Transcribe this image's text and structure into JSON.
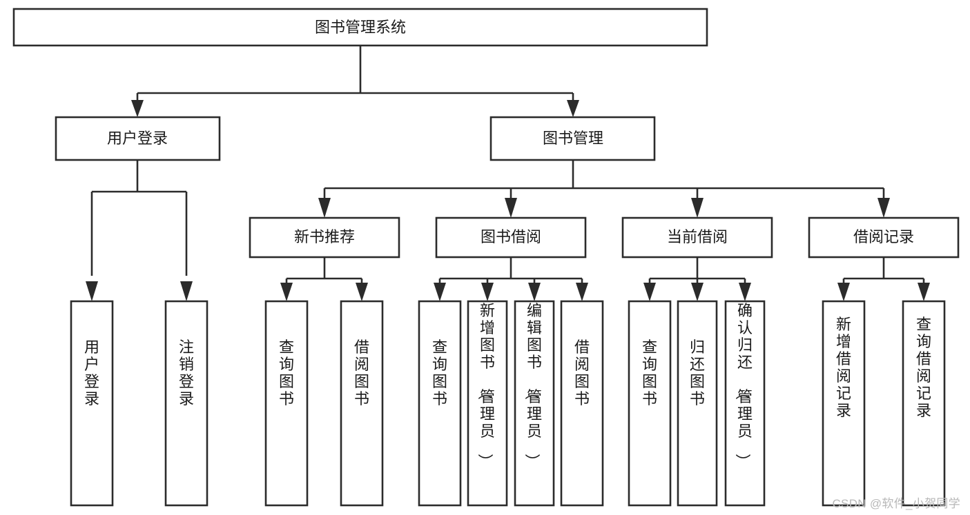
{
  "diagram": {
    "title": "图书管理系统",
    "type": "hierarchy-tree",
    "watermark": "CSDN @软件_小贺同学",
    "colors": {
      "box_stroke": "#2b2b2b",
      "box_fill": "#ffffff",
      "text": "#1a1a1a",
      "background": "#ffffff",
      "watermark": "#b8b8b8"
    },
    "levels": {
      "level1": [
        {
          "id": "root",
          "label": "图书管理系统",
          "orientation": "horizontal"
        }
      ],
      "level2": [
        {
          "id": "user-login",
          "label": "用户登录",
          "orientation": "horizontal",
          "parent": "root"
        },
        {
          "id": "book-manage",
          "label": "图书管理",
          "orientation": "horizontal",
          "parent": "root"
        }
      ],
      "level3": [
        {
          "id": "new-book-rec",
          "label": "新书推荐",
          "orientation": "horizontal",
          "parent": "book-manage"
        },
        {
          "id": "book-borrow",
          "label": "图书借阅",
          "orientation": "horizontal",
          "parent": "book-manage"
        },
        {
          "id": "current-borrow",
          "label": "当前借阅",
          "orientation": "horizontal",
          "parent": "book-manage"
        },
        {
          "id": "borrow-record",
          "label": "借阅记录",
          "orientation": "horizontal",
          "parent": "book-manage"
        }
      ],
      "level4": [
        {
          "id": "leaf-user-login",
          "label": "用户登录",
          "orientation": "vertical",
          "parent": "user-login"
        },
        {
          "id": "leaf-logout",
          "label": "注销登录",
          "orientation": "vertical",
          "parent": "user-login"
        },
        {
          "id": "leaf-query-book-1",
          "label": "查询图书",
          "orientation": "vertical",
          "parent": "new-book-rec"
        },
        {
          "id": "leaf-borrow-book-1",
          "label": "借阅图书",
          "orientation": "vertical",
          "parent": "new-book-rec"
        },
        {
          "id": "leaf-query-book-2",
          "label": "查询图书",
          "orientation": "vertical",
          "parent": "book-borrow"
        },
        {
          "id": "leaf-add-book",
          "label": "新增图书（管理员）",
          "orientation": "vertical",
          "parent": "book-borrow"
        },
        {
          "id": "leaf-edit-book",
          "label": "编辑图书（管理员）",
          "orientation": "vertical",
          "parent": "book-borrow"
        },
        {
          "id": "leaf-borrow-book-2",
          "label": "借阅图书",
          "orientation": "vertical",
          "parent": "book-borrow"
        },
        {
          "id": "leaf-query-book-3",
          "label": "查询图书",
          "orientation": "vertical",
          "parent": "current-borrow"
        },
        {
          "id": "leaf-return-book",
          "label": "归还图书",
          "orientation": "vertical",
          "parent": "current-borrow"
        },
        {
          "id": "leaf-confirm-return",
          "label": "确认归还（管理员）",
          "orientation": "vertical",
          "parent": "current-borrow"
        },
        {
          "id": "leaf-add-record",
          "label": "新增借阅记录",
          "orientation": "vertical",
          "parent": "borrow-record"
        },
        {
          "id": "leaf-query-record",
          "label": "查询借阅记录",
          "orientation": "vertical",
          "parent": "borrow-record"
        }
      ]
    }
  }
}
